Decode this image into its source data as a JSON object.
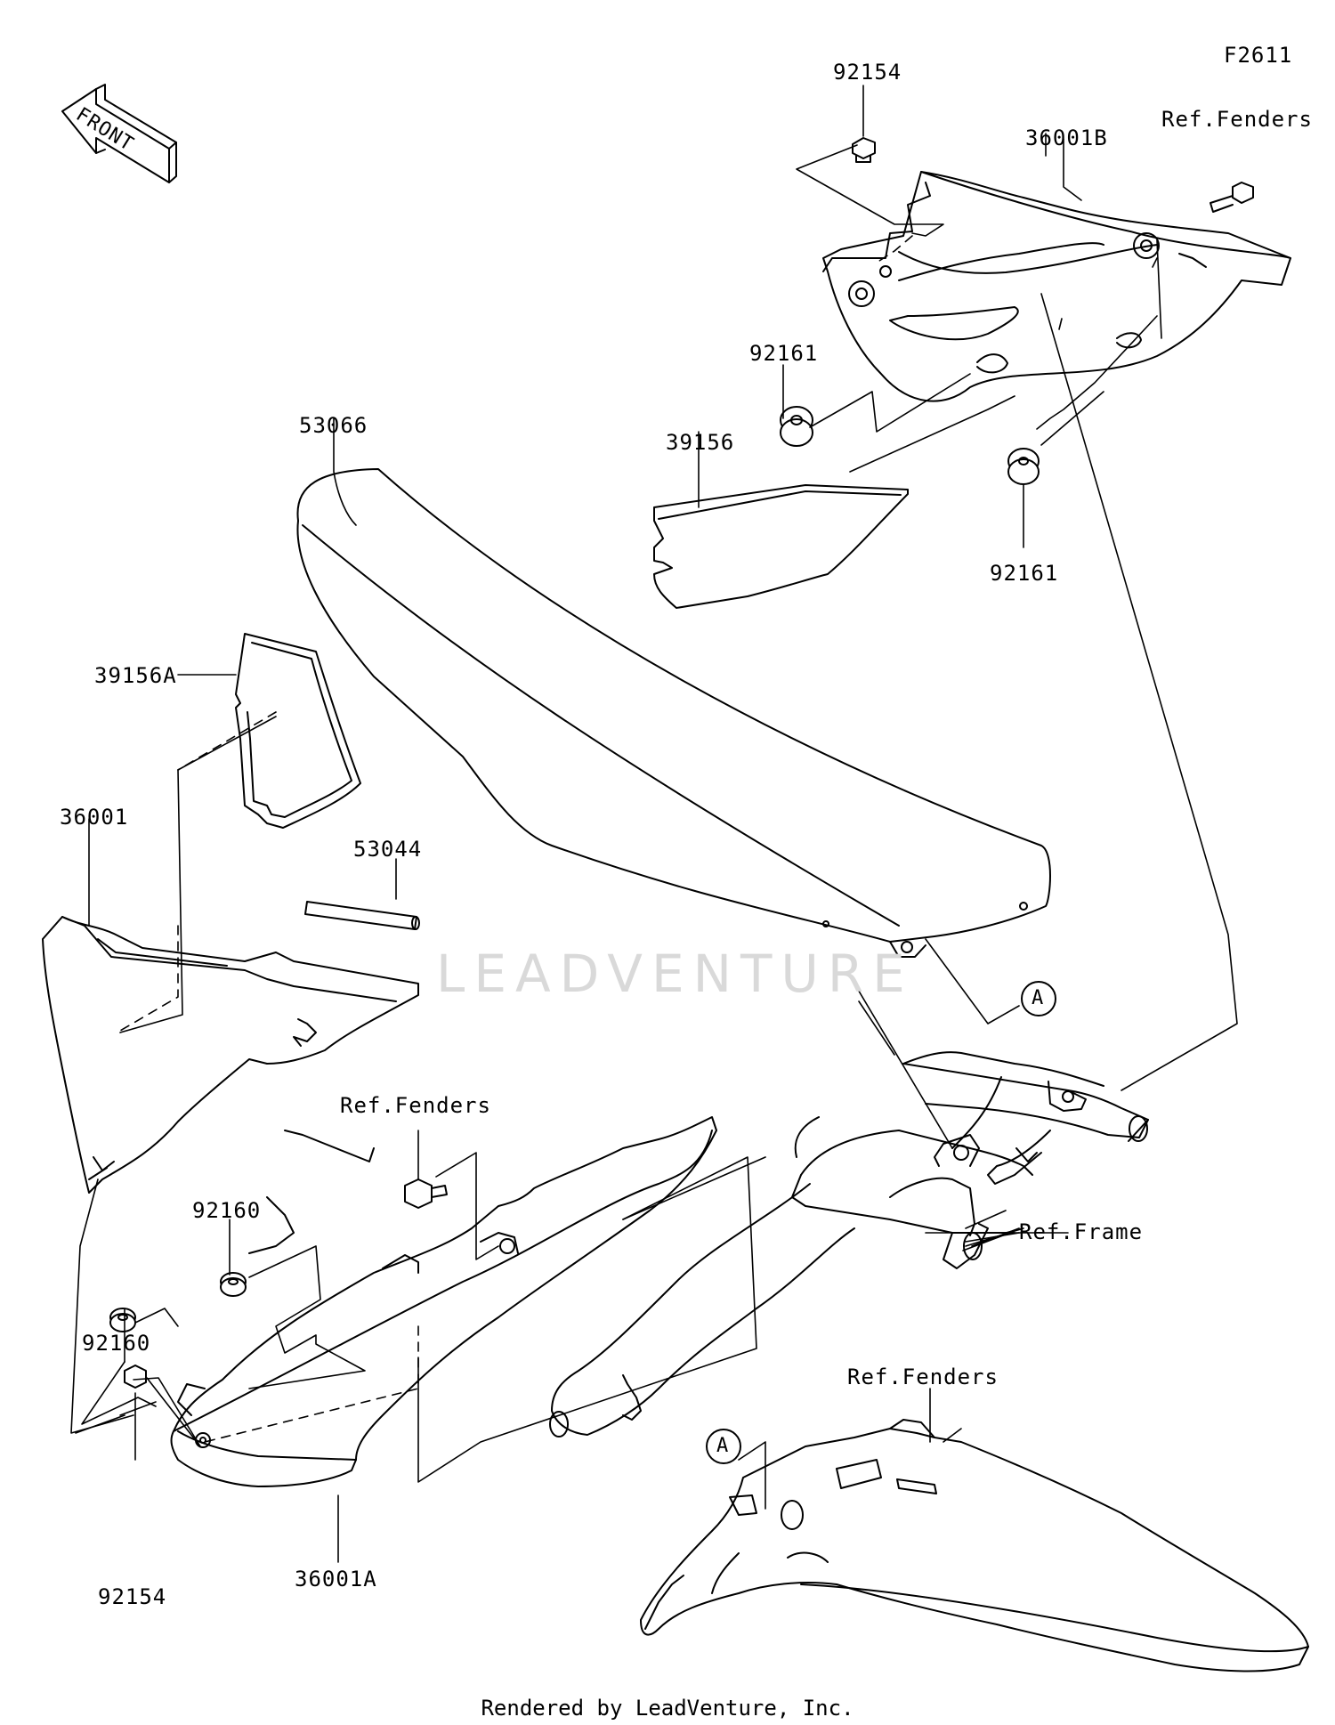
{
  "diagram": {
    "code": "F2611",
    "front_arrow": "FRONT",
    "watermark": "LEADVENTURE",
    "footer": "Rendered by LeadVenture, Inc.",
    "labels": {
      "p92154_top": "92154",
      "p36001B": "36001B",
      "ref_fenders_top": "Ref.Fenders",
      "p92161_a": "92161",
      "p39156": "39156",
      "p92161_b": "92161",
      "p53066": "53066",
      "p39156A": "39156A",
      "p36001": "36001",
      "p53044": "53044",
      "callout_a1": "A",
      "ref_fenders_mid": "Ref.Fenders",
      "p92160_a": "92160",
      "ref_frame": "Ref.Frame",
      "p92160_b": "92160",
      "ref_fenders_bottom": "Ref.Fenders",
      "callout_a2": "A",
      "p92154_bottom": "92154",
      "p36001A": "36001A"
    }
  }
}
